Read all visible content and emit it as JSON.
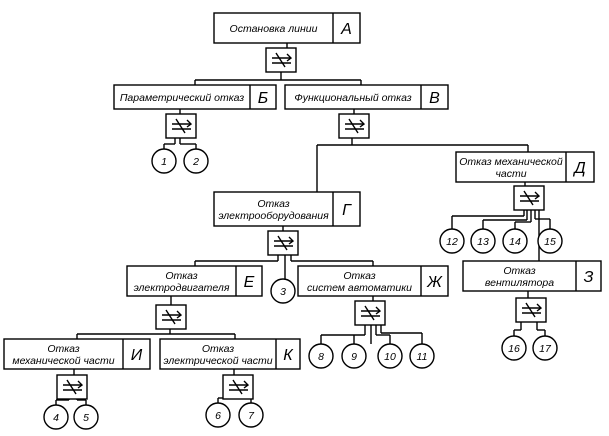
{
  "events": {
    "A": {
      "label_lines": [
        "Остановка линии"
      ],
      "letter": "А"
    },
    "B": {
      "label_lines": [
        "Параметрический отказ"
      ],
      "letter": "Б"
    },
    "V": {
      "label_lines": [
        "Функциональный  отказ"
      ],
      "letter": "В"
    },
    "G": {
      "label_lines": [
        "Отказ",
        "электрооборудования"
      ],
      "letter": "Г"
    },
    "D": {
      "label_lines": [
        "Отказ механической",
        "части"
      ],
      "letter": "Д"
    },
    "E": {
      "label_lines": [
        "Отказ",
        "электродвигателя"
      ],
      "letter": "Е"
    },
    "ZH": {
      "label_lines": [
        "Отказ",
        "систем автоматики"
      ],
      "letter": "Ж"
    },
    "Z": {
      "label_lines": [
        "Отказ",
        "вентилятора"
      ],
      "letter": "З"
    },
    "I": {
      "label_lines": [
        "Отказ",
        "механической части"
      ],
      "letter": "И"
    },
    "K": {
      "label_lines": [
        "Отказ",
        "электрической части"
      ],
      "letter": "К"
    }
  },
  "basic_events": [
    "1",
    "2",
    "3",
    "4",
    "5",
    "6",
    "7",
    "8",
    "9",
    "10",
    "11",
    "12",
    "13",
    "14",
    "15",
    "16",
    "17"
  ]
}
